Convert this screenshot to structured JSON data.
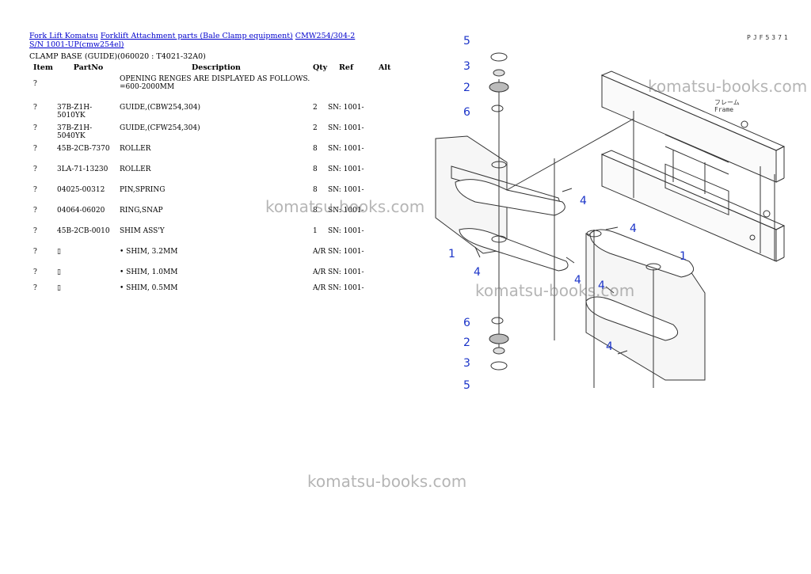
{
  "breadcrumb": {
    "links": [
      "Fork Lift Komatsu",
      "Forklift Attachment parts (Bale Clamp equipment)",
      "CMW254/304-2 S/N 1001-UP(cmw254el)"
    ]
  },
  "subtitle": "CLAMP BASE (GUIDE)(060020 : T4021-32A0)",
  "table": {
    "headers": {
      "item": "Item",
      "part": "PartNo",
      "desc": "Description",
      "qty": "Qty",
      "ref": "Ref",
      "alt": "Alt"
    },
    "rows": [
      {
        "item": "?",
        "part": "",
        "desc": "OPENING RENGES ARE DISPLAYED AS FOLLOWS. =600-2000MM",
        "qty": "",
        "ref": ""
      },
      {
        "item": "?",
        "part": "37B-Z1H-5010YK",
        "desc": "GUIDE,(CBW254,304)",
        "qty": "2",
        "ref": "SN: 1001-"
      },
      {
        "item": "?",
        "part": "37B-Z1H-5040YK",
        "desc": "GUIDE,(CFW254,304)",
        "qty": "2",
        "ref": "SN: 1001-"
      },
      {
        "item": "?",
        "part": "45B-2CB-7370",
        "desc": "ROLLER",
        "qty": "8",
        "ref": "SN: 1001-"
      },
      {
        "item": "?",
        "part": "3LA-71-13230",
        "desc": "ROLLER",
        "qty": "8",
        "ref": "SN: 1001-"
      },
      {
        "item": "?",
        "part": "04025-00312",
        "desc": "PIN,SPRING",
        "qty": "8",
        "ref": "SN: 1001-"
      },
      {
        "item": "?",
        "part": "04064-06020",
        "desc": "RING,SNAP",
        "qty": "8",
        "ref": "SN: 1001-"
      },
      {
        "item": "?",
        "part": "45B-2CB-0010",
        "desc": "SHIM ASS'Y",
        "qty": "1",
        "ref": "SN: 1001-"
      },
      {
        "item": "?",
        "part": "",
        "desc": "• SHIM, 3.2MM",
        "qty": "A/R",
        "ref": "SN: 1001-"
      },
      {
        "item": "?",
        "part": "",
        "desc": "• SHIM, 1.0MM",
        "qty": "A/R",
        "ref": "SN: 1001-"
      },
      {
        "item": "?",
        "part": "",
        "desc": "• SHIM, 0.5MM",
        "qty": "A/R",
        "ref": "SN: 1001-"
      }
    ]
  },
  "watermarks": [
    "komatsu-books.com",
    "komatsu-books.com",
    "komatsu-books.com",
    "komatsu-books.com"
  ],
  "diagram": {
    "figure_code": "PJF5371",
    "frame_label_jp": "フレーム",
    "frame_label": "Frame",
    "callouts": [
      "5",
      "3",
      "2",
      "6",
      "4",
      "4",
      "1",
      "1",
      "4",
      "4",
      "4",
      "6",
      "2",
      "3",
      "5",
      "4"
    ],
    "callout_color": "#1a33c8"
  }
}
